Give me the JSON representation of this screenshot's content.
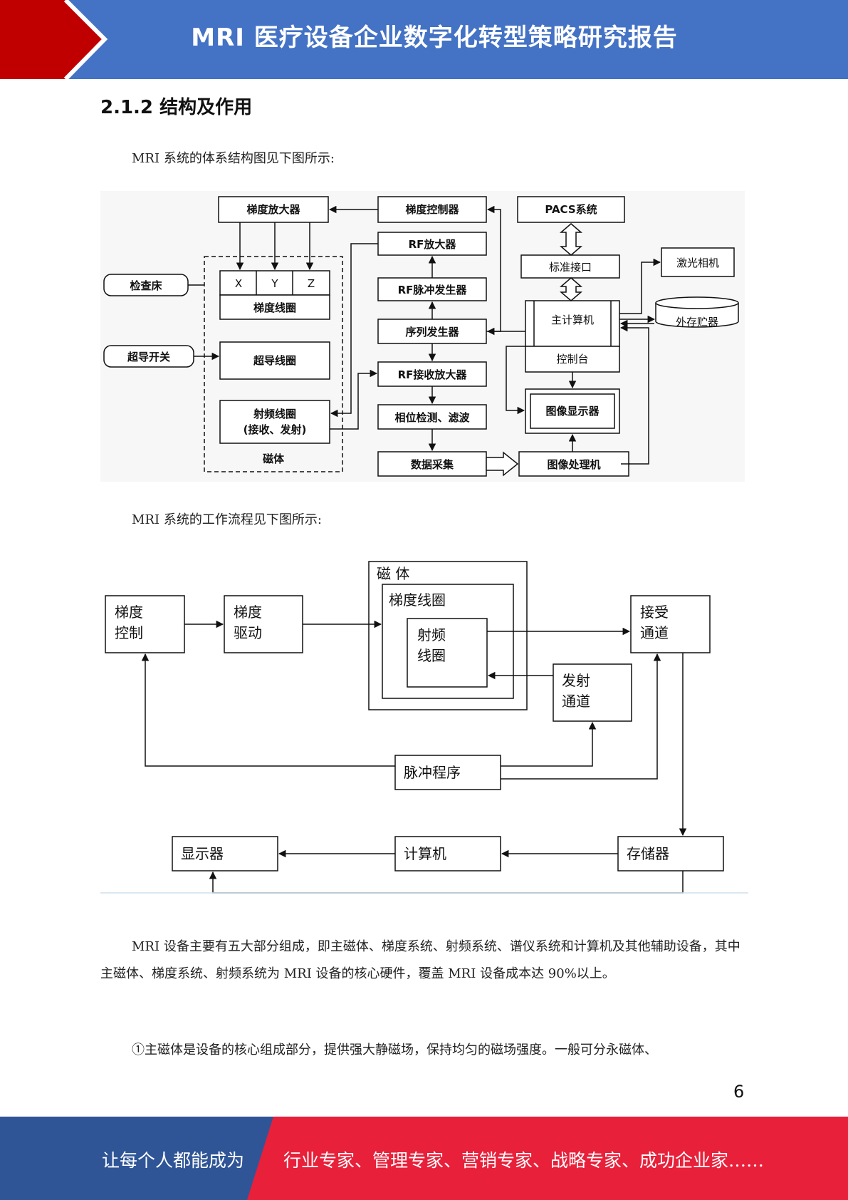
{
  "header": {
    "title": "MRI 医疗设备企业数字化转型策略研究报告"
  },
  "section": {
    "title": "2.1.2 结构及作用"
  },
  "intro1": "MRI 系统的体系结构图见下图所示:",
  "intro2": "MRI 系统的工作流程见下图所示:",
  "arch": {
    "grad_amp": "梯度放大器",
    "grad_ctrl": "梯度控制器",
    "pacs": "PACS系统",
    "x": "X",
    "y": "Y",
    "z": "Z",
    "grad_coil": "梯度线圈",
    "rf_amp": "RF放大器",
    "std_iface": "标准接口",
    "laser_cam": "激光相机",
    "exam_bed": "检查床",
    "rf_pulse": "RF脉冲发生器",
    "main_pc": "主计算机",
    "ext_store": "外存贮器",
    "seq_gen": "序列发生器",
    "console": "控制台",
    "sc_switch": "超导开关",
    "sc_coil": "超导线圈",
    "rf_recv": "RF接收放大器",
    "rf_coil_1": "射频线圈",
    "rf_coil_2": "(接收、发射)",
    "phase_det": "相位检测、滤波",
    "img_disp": "图像显示器",
    "magnet": "磁体",
    "data_acq": "数据采集",
    "img_proc": "图像处理机"
  },
  "flow": {
    "magnet": "磁 体",
    "grad_ctrl_1": "梯度",
    "grad_ctrl_2": "控制",
    "grad_drive_1": "梯度",
    "grad_drive_2": "驱动",
    "grad_coil": "梯度线圈",
    "rf_coil_1": "射频",
    "rf_coil_2": "线圈",
    "recv_1": "接受",
    "recv_2": "通道",
    "tx_1": "发射",
    "tx_2": "通道",
    "pulse_seq": "脉冲程序",
    "display": "显示器",
    "computer": "计算机",
    "storage": "存储器"
  },
  "body_para1": "MRI 设备主要有五大部分组成，即主磁体、梯度系统、射频系统、谱仪系统和计算机及其他辅助设备，其中主磁体、梯度系统、射频系统为 MRI 设备的核心硬件，覆盖 MRI 设备成本达 90%以上。",
  "body_para2": "①主磁体是设备的核心组成部分，提供强大静磁场，保持均匀的磁场强度。一般可分永磁体、",
  "page_number": "6",
  "footer": {
    "left": "让每个人都能成为",
    "right": "行业专家、管理专家、营销专家、战略专家、成功企业家……"
  },
  "colors": {
    "header_blue": "#4472c4",
    "header_red": "#c00000",
    "footer_blue": "#2f5597",
    "footer_red": "#e8203a"
  }
}
